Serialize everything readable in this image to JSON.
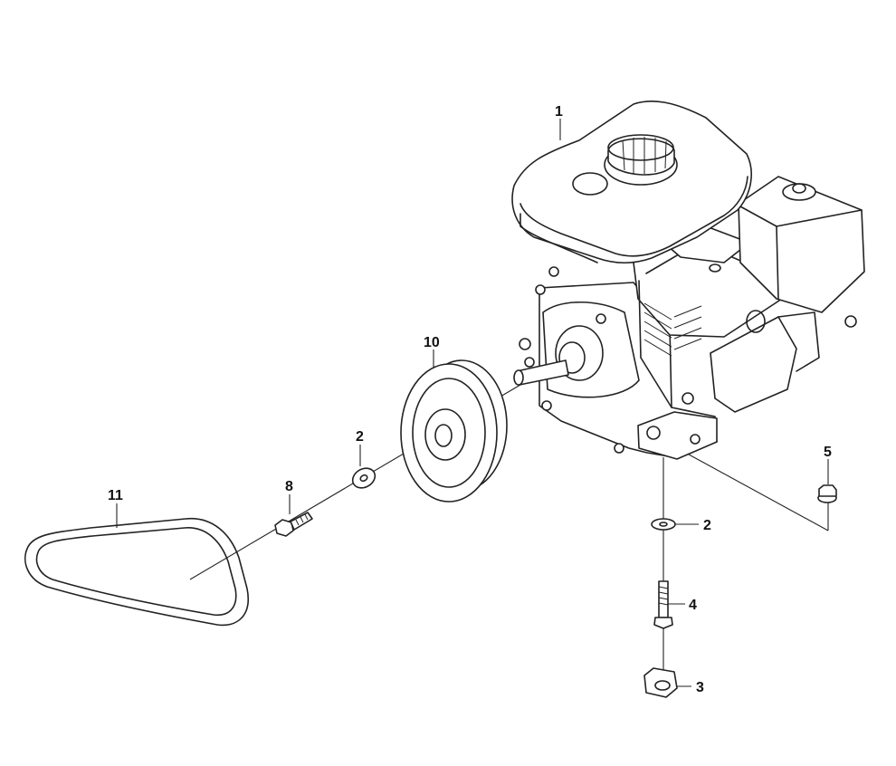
{
  "callouts": {
    "engine": "1",
    "washer_pulley": "2",
    "washer_mount": "2",
    "clip": "3",
    "bolt_mount": "4",
    "nut": "5",
    "bolt_pulley": "8",
    "pulley": "10",
    "belt": "11"
  },
  "colors": {
    "line": "#222222",
    "background": "#ffffff"
  }
}
